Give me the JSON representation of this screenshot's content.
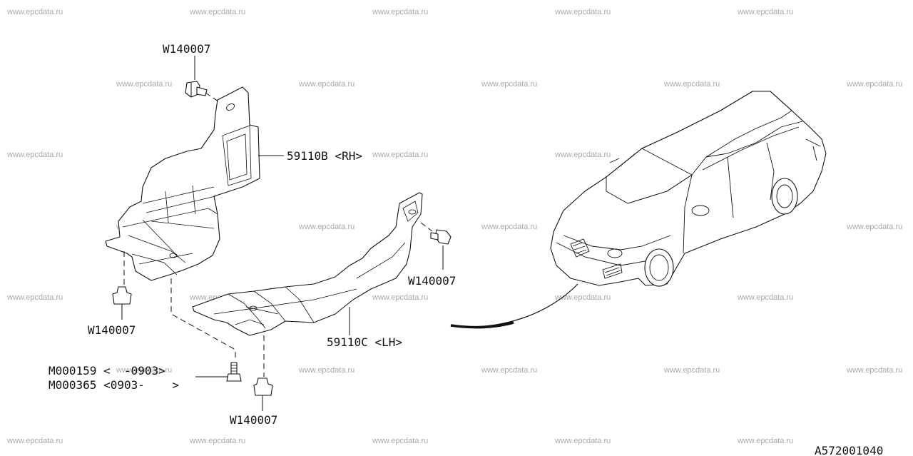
{
  "watermark": "www.epcdata.ru",
  "diagram_code": "A572001040",
  "labels": {
    "w_top": "W140007",
    "rh_part": "59110B <RH>",
    "w_right": "W140007",
    "w_left": "W140007",
    "lh_part": "59110C <LH>",
    "m_a": "M000159 <  -0903>",
    "m_b": "M000365 <0903-    >",
    "w_bottom": "W140007"
  }
}
